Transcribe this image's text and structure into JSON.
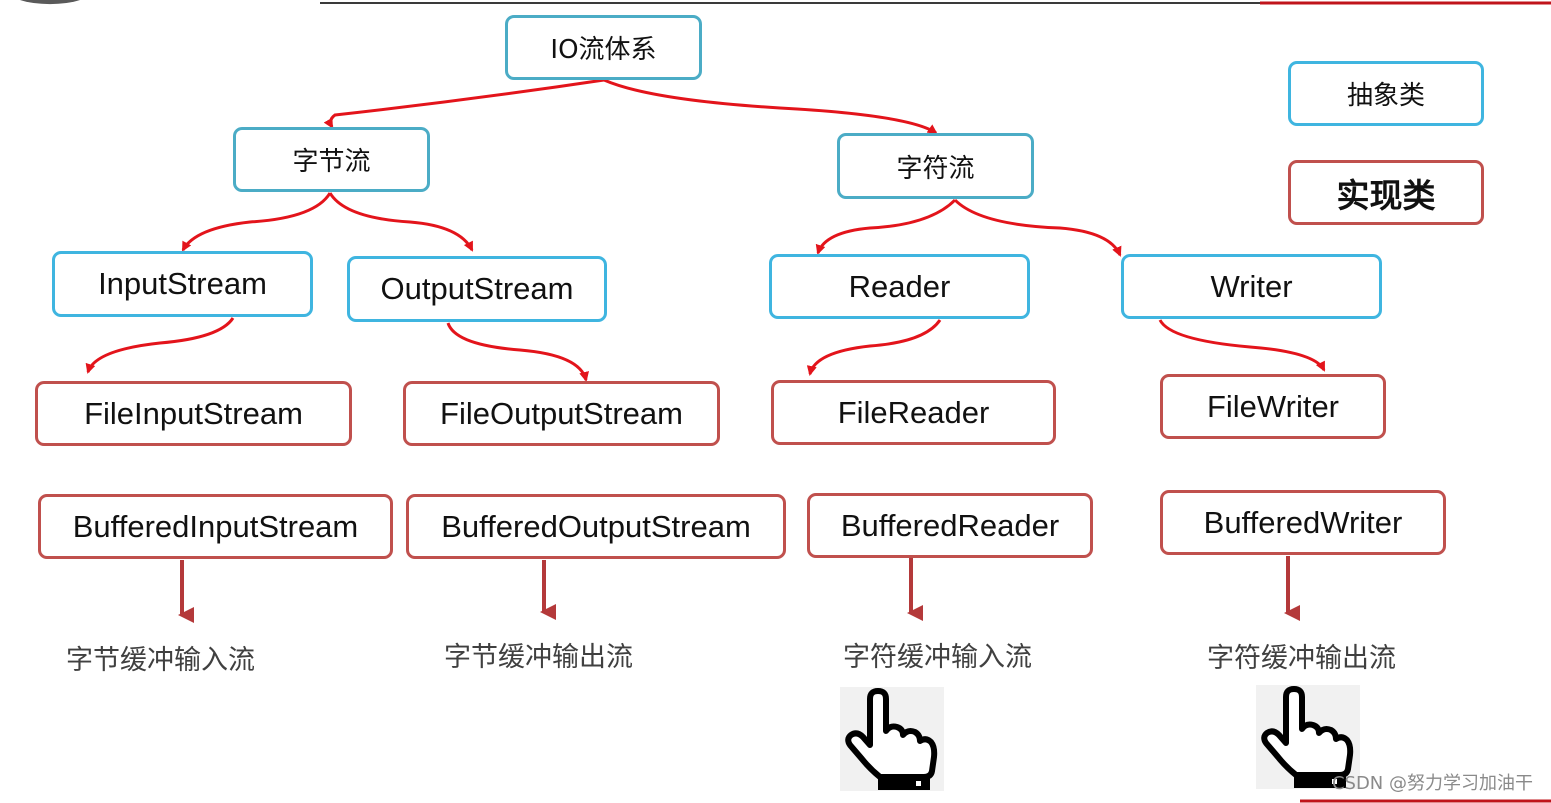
{
  "root": "IO流体系",
  "categories": {
    "byte": "字节流",
    "char": "字符流"
  },
  "abstract_classes": {
    "input_stream": "InputStream",
    "output_stream": "OutputStream",
    "reader": "Reader",
    "writer": "Writer"
  },
  "file_classes": {
    "file_input_stream": "FileInputStream",
    "file_output_stream": "FileOutputStream",
    "file_reader": "FileReader",
    "file_writer": "FileWriter"
  },
  "buffered_classes": {
    "buffered_input_stream": "BufferedInputStream",
    "buffered_output_stream": "BufferedOutputStream",
    "buffered_reader": "BufferedReader",
    "buffered_writer": "BufferedWriter"
  },
  "captions": {
    "byte_buffered_input": "字节缓冲输入流",
    "byte_buffered_output": "字节缓冲输出流",
    "char_buffered_input": "字符缓冲输入流",
    "char_buffered_output": "字符缓冲输出流"
  },
  "legend": {
    "abstract": "抽象类",
    "implementation": "实现类"
  },
  "watermark": "CSDN @努力学习加油干",
  "colors": {
    "abstract_border": "#3fb5e0",
    "implementation_border": "#c0504d",
    "arrow": "#e3141b"
  }
}
